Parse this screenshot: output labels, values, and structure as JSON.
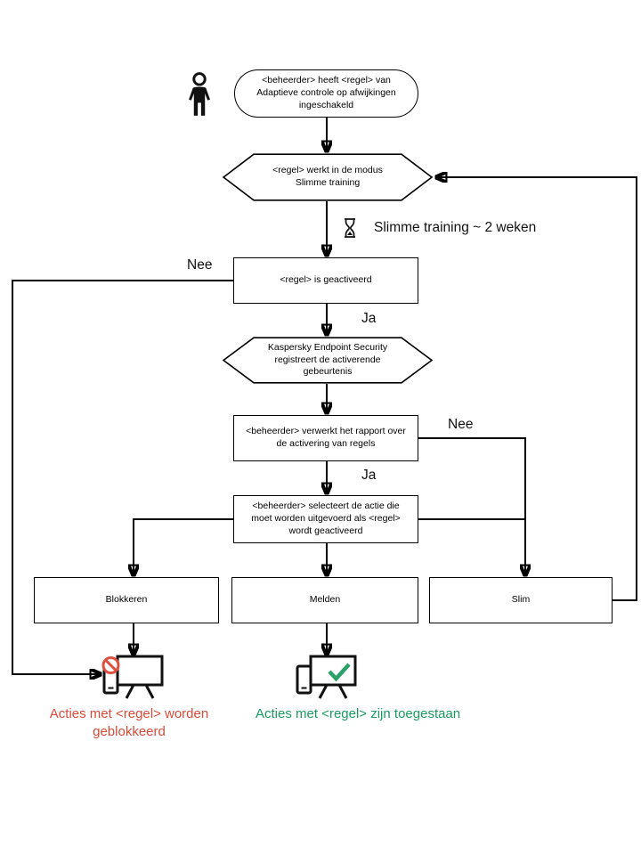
{
  "diagram": {
    "nodes": {
      "start": "<beheerder> heeft <regel> van Adaptieve controle op afwijkingen ingeschakeld",
      "training_mode": "<regel> werkt in de modus Slimme training",
      "rule_triggered": "<regel> is geactiveerd",
      "registers_event": "Kaspersky Endpoint Security registreert de activerende gebeurtenis",
      "processes_report": "<beheerder> verwerkt het rapport over de activering van regels",
      "selects_action": "<beheerder> selecteert de actie die moet worden uitgevoerd als <regel> wordt geactiveerd",
      "block": "Blokkeren",
      "notify": "Melden",
      "smart": "Slim"
    },
    "labels": {
      "training_duration": "Slimme training ~ 2 weken",
      "no_left": "Nee",
      "yes_top": "Ja",
      "no_right": "Nee",
      "yes_bottom": "Ja"
    },
    "results": {
      "blocked": "Acties met <regel> worden geblokkeerd",
      "allowed": "Acties met <regel> zijn toegestaan"
    },
    "icons": {
      "person": "person-icon",
      "hourglass": "hourglass-icon",
      "blocked_computer": "blocked-computer-icon",
      "allowed_computer": "allowed-computer-icon"
    },
    "colors": {
      "blocked_text": "#d94a38",
      "allowed_text": "#1a9a60",
      "prohibition_sign": "#e0503f",
      "checkmark": "#2aa169",
      "outline": "#000000"
    }
  }
}
